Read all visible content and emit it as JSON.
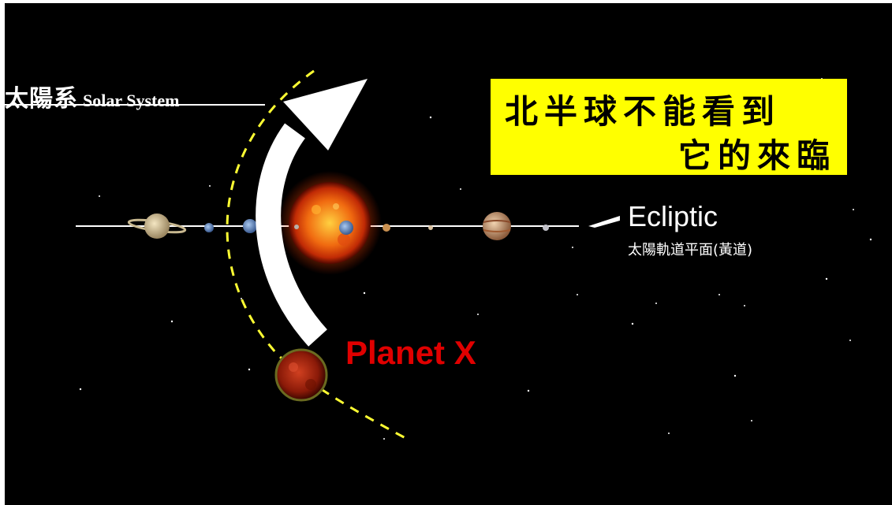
{
  "title": {
    "cn": "太陽系",
    "en": "Solar System"
  },
  "callout": {
    "line1": "北半球不能看到",
    "line2": "它的來臨"
  },
  "ecliptic": {
    "label": "Ecliptic",
    "sub": "太陽軌道平面(黃道)"
  },
  "planet_x": {
    "label": "Planet X"
  },
  "colors": {
    "background": "#000000",
    "callout_bg": "#ffff00",
    "planet_x_text": "#e00000",
    "orbit": "#ffff33"
  },
  "icons": [
    "sun-icon",
    "saturn-icon",
    "jupiter-icon",
    "planet-x-icon",
    "arrow-icon"
  ]
}
